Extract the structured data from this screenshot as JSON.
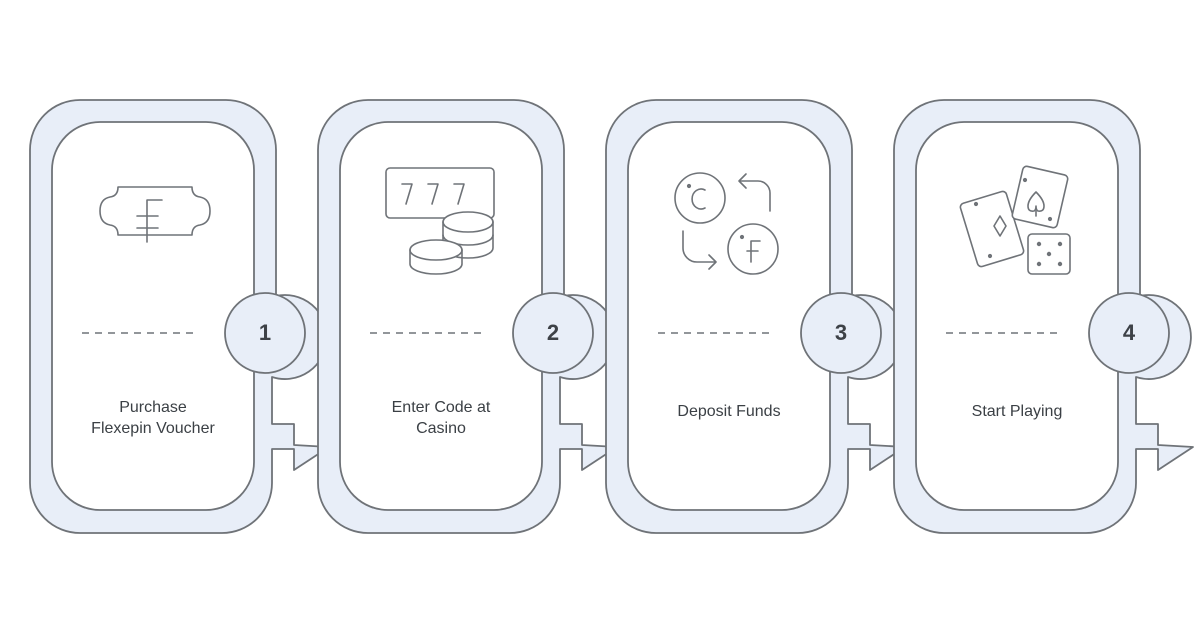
{
  "steps": [
    {
      "number": "1",
      "label": "Purchase\nFlexepin Voucher",
      "icon": "voucher-icon"
    },
    {
      "number": "2",
      "label": "Enter Code at\nCasino",
      "icon": "slot-machine-coins-icon"
    },
    {
      "number": "3",
      "label": "Deposit Funds",
      "icon": "currency-exchange-icon"
    },
    {
      "number": "4",
      "label": "Start Playing",
      "icon": "playing-cards-dice-icon"
    }
  ],
  "colors": {
    "band_fill": "#e8eef8",
    "outline": "#6f7378",
    "text": "#3b4045",
    "background": "#ffffff"
  }
}
